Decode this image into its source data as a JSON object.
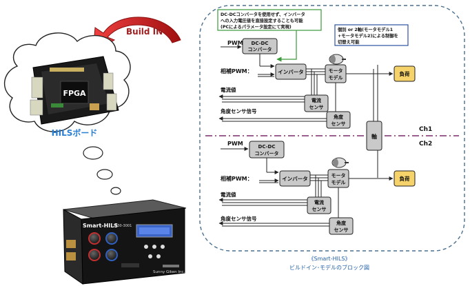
{
  "left": {
    "build_in_label": "Build IN",
    "fpga_label": "FPGA",
    "board_caption": "HILSボード",
    "device_name": "Smart-HILS",
    "device_model": "2030-3001",
    "device_brand": "Sunny Giken Inc."
  },
  "diagram": {
    "callout_dcdc": [
      "DC-DCコンバータを使用せず、インバータ",
      "への入力電圧値を直接設定することも可能",
      "(PCによるパラメータ設定にて実現)"
    ],
    "callout_switch": [
      "個別 or 2軸(モータモデル1",
      "+モータモデル2)による制御を",
      "切替え可能"
    ],
    "shaft_label": "軸",
    "ch1_label": "Ch1",
    "ch2_label": "Ch2",
    "ch1": {
      "pwm": "PWM",
      "dcdc": [
        "DC-DC",
        "コンバータ"
      ],
      "compl_pwm": "相補PWM：",
      "inverter": "インバータ",
      "motor": [
        "モータ",
        "モデル"
      ],
      "load": "負荷",
      "current_value": "電流値",
      "current_sensor": [
        "電流",
        "センサ"
      ],
      "angle_signal": "角度センサ信号",
      "angle_sensor": [
        "角度",
        "センサ"
      ]
    },
    "ch2": {
      "pwm": "PWM",
      "dcdc": [
        "DC-DC",
        "コンバータ"
      ],
      "compl_pwm": "相補PWM：",
      "inverter": "インバータ",
      "motor": [
        "モータ",
        "モデル"
      ],
      "load": "負荷",
      "current_value": "電流値",
      "current_sensor": [
        "電流",
        "センサ"
      ],
      "angle_signal": "角度センサ信号",
      "angle_sensor": [
        "角度",
        "センサ"
      ]
    },
    "caption_line1": "《Smart-HILS》",
    "caption_line2": "ビルドイン･モデルのブロック図"
  },
  "colors": {
    "block_fill": "#c9c9c9",
    "load_fill": "#f5d36a",
    "dashed_border": "#4a6f8f",
    "divider": "#7a2a6a",
    "caption_color": "#1f5fa8",
    "arrow_red": "#d42020",
    "build_label": "#a02020"
  }
}
